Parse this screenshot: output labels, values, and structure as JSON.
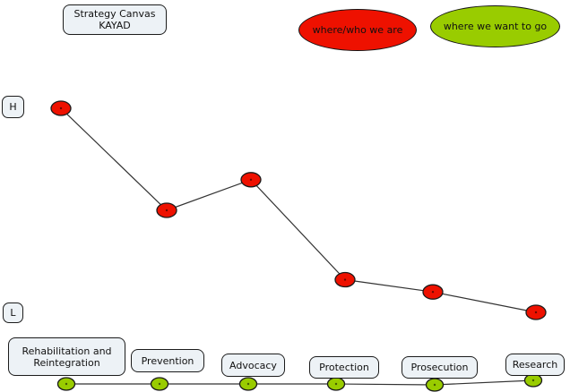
{
  "title": {
    "line1": "Strategy Canvas",
    "line2": "KAYAD"
  },
  "legend": [
    {
      "label": "where/who we are",
      "color": "#ee1100"
    },
    {
      "label": "where we want to go",
      "color": "#99cc00"
    }
  ],
  "axis": {
    "high_label": "H",
    "low_label": "L"
  },
  "categories": [
    "Rehabilitation and Reintegration",
    "Prevention",
    "Advocacy",
    "Protection",
    "Prosecution",
    "Research"
  ],
  "chart_data": {
    "type": "line",
    "title": "Strategy Canvas KAYAD",
    "categories": [
      "Rehabilitation and Reintegration",
      "Prevention",
      "Advocacy",
      "Protection",
      "Prosecution",
      "Research"
    ],
    "y_axis": {
      "scale": "qualitative",
      "high_label": "H",
      "low_label": "L",
      "range_pct": [
        0,
        100
      ]
    },
    "grid": false,
    "legend_position": "top-right",
    "series": [
      {
        "name": "where/who we are",
        "color": "#ee1100",
        "marker": "filled-ellipse",
        "values_pct": [
          100,
          50,
          65,
          16,
          10,
          0
        ]
      },
      {
        "name": "where we want to go",
        "color": "#99cc00",
        "marker": "filled-ellipse",
        "placement": "markers on the category baseline under each category box",
        "values_pct": [
          0,
          0,
          0,
          0,
          0,
          0
        ]
      }
    ]
  }
}
